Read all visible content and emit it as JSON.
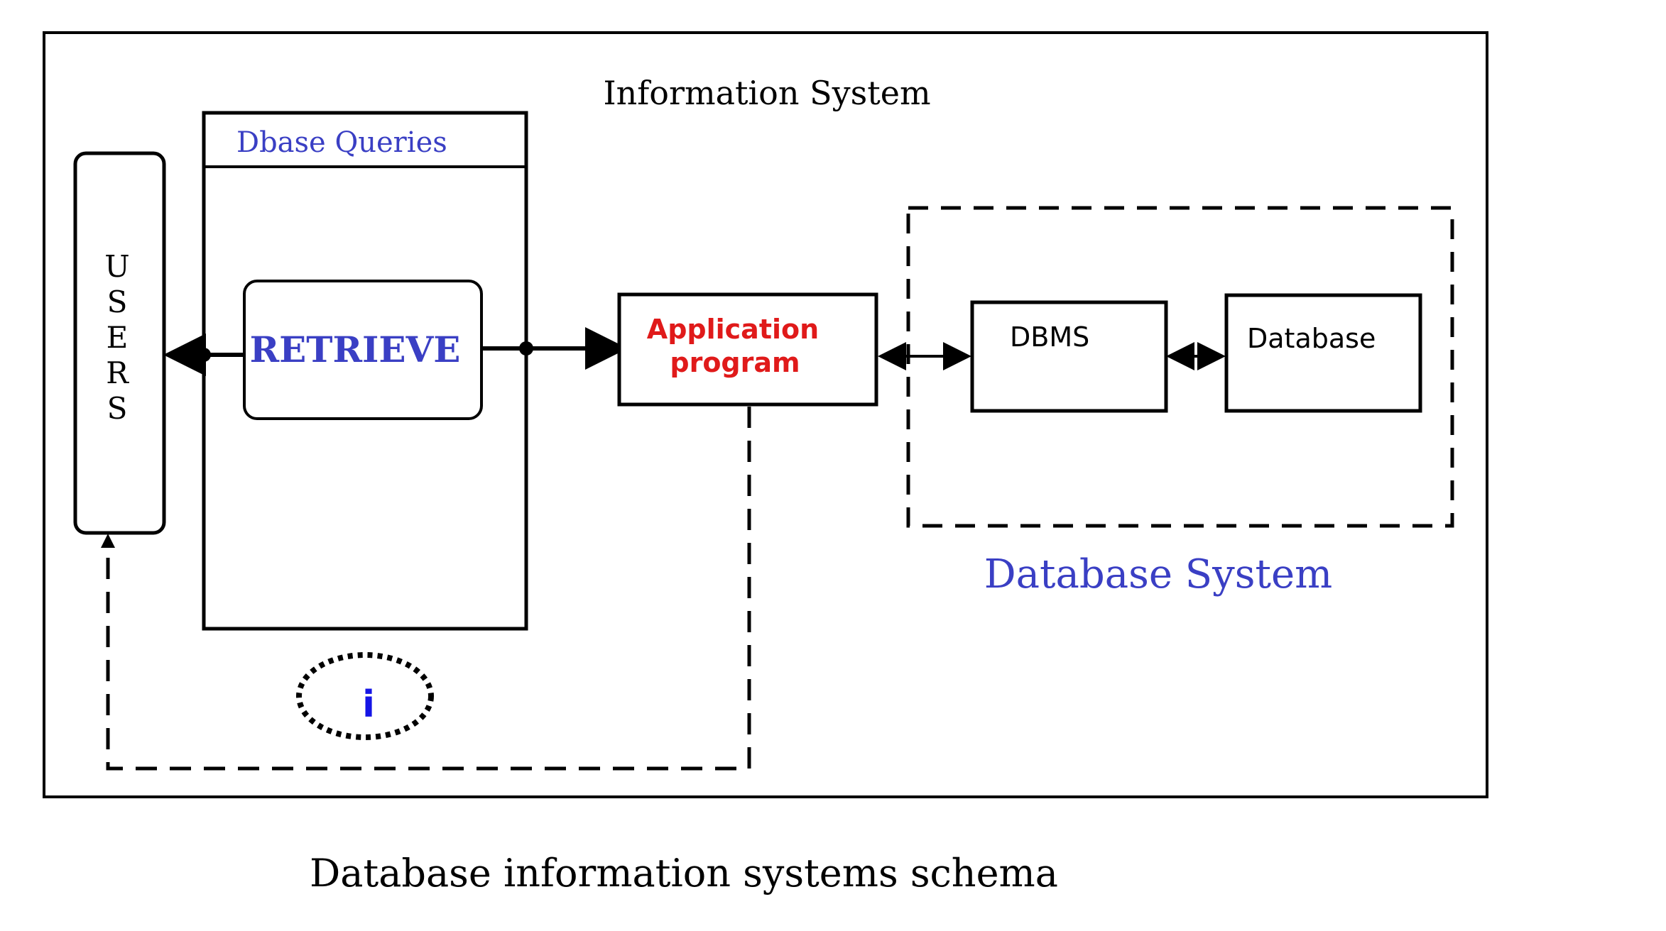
{
  "diagram": {
    "title": "Information System",
    "caption": "Database information systems schema",
    "users_label": [
      "U",
      "S",
      "E",
      "R",
      "S"
    ],
    "queries_panel": {
      "title": "Dbase Queries",
      "action": "RETRIEVE"
    },
    "application_program": {
      "line1": "Application",
      "line2": "program"
    },
    "database_system": {
      "label": "Database System",
      "dbms": "DBMS",
      "database": "Database"
    },
    "info_marker": "i"
  },
  "colors": {
    "stroke": "#000000",
    "blue_text": "#3a3fc4",
    "info_blue": "#1515e6",
    "red_text": "#e01a1a"
  }
}
